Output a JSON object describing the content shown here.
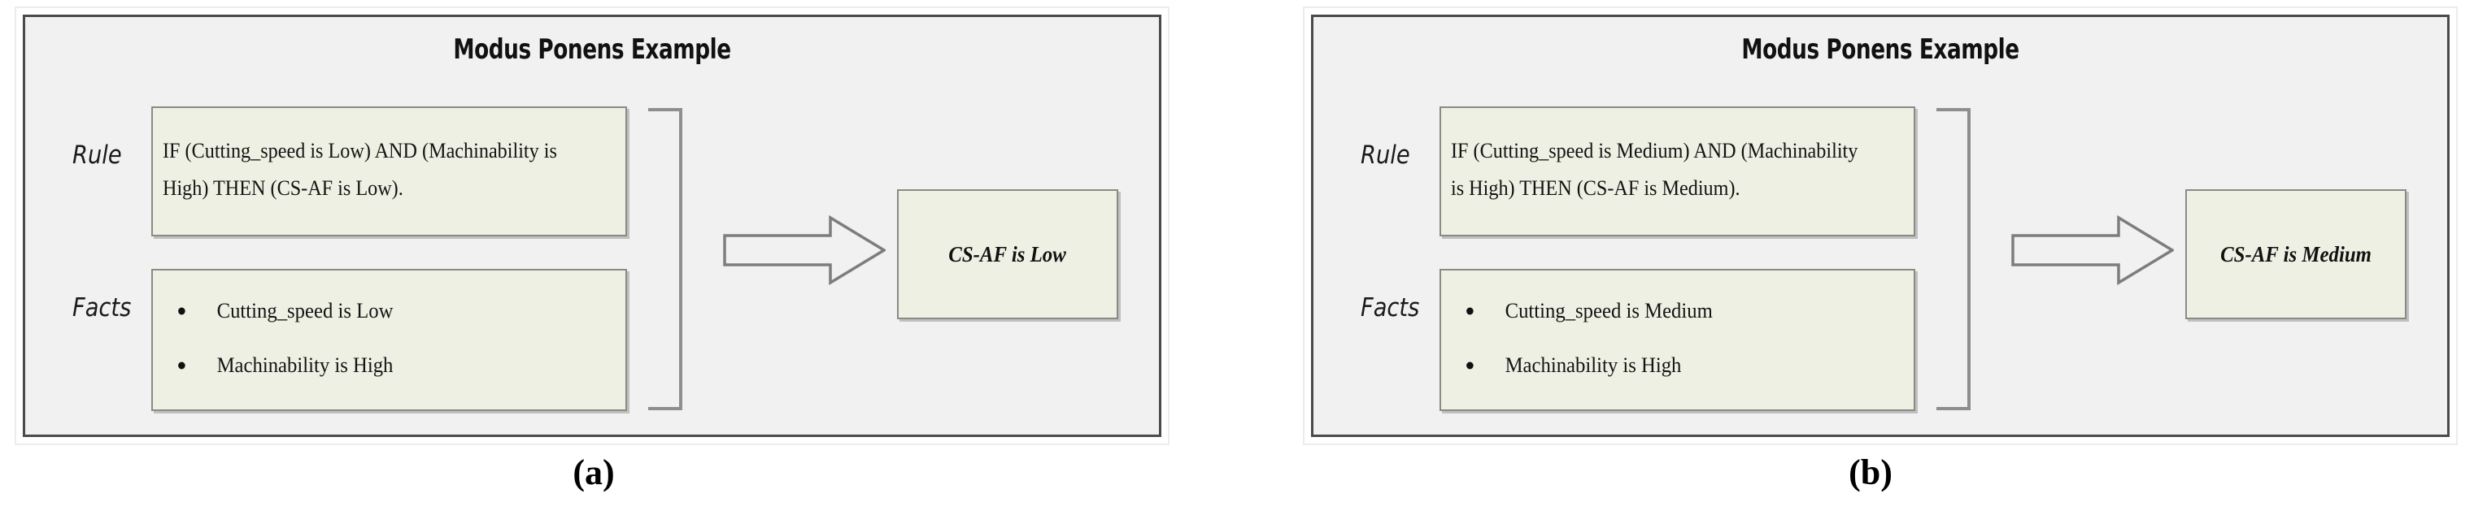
{
  "figure": {
    "panels": [
      {
        "key": "a",
        "caption": "(a)",
        "title": "Modus Ponens Example",
        "rule_label": "Rule",
        "facts_label": "Facts",
        "rule_text": "IF (Cutting_speed is Low) AND (Machinability is High) THEN (CS-AF is Low).",
        "facts": [
          "Cutting_speed is Low",
          "Machinability is High"
        ],
        "conclusion": "CS-AF is Low"
      },
      {
        "key": "b",
        "caption": "(b)",
        "title": "Modus Ponens Example",
        "rule_label": "Rule",
        "facts_label": "Facts",
        "rule_text": "IF (Cutting_speed is Medium) AND (Machinability is High) THEN (CS-AF is Medium).",
        "facts": [
          "Cutting_speed is Medium",
          "Machinability is High"
        ],
        "conclusion": "CS-AF is Medium"
      }
    ],
    "icons": {
      "arrow": "right-block-arrow-icon",
      "bracket": "closing-bracket-icon",
      "bullet": "bullet-dot-icon"
    },
    "colors": {
      "panel_background": "#f1f1f1",
      "panel_border": "#4a4a4a",
      "content_box_fill": "#eef0e3",
      "content_box_border": "#8a8a84",
      "arrow_stroke": "#6e6e6e",
      "text": "#111111"
    }
  }
}
